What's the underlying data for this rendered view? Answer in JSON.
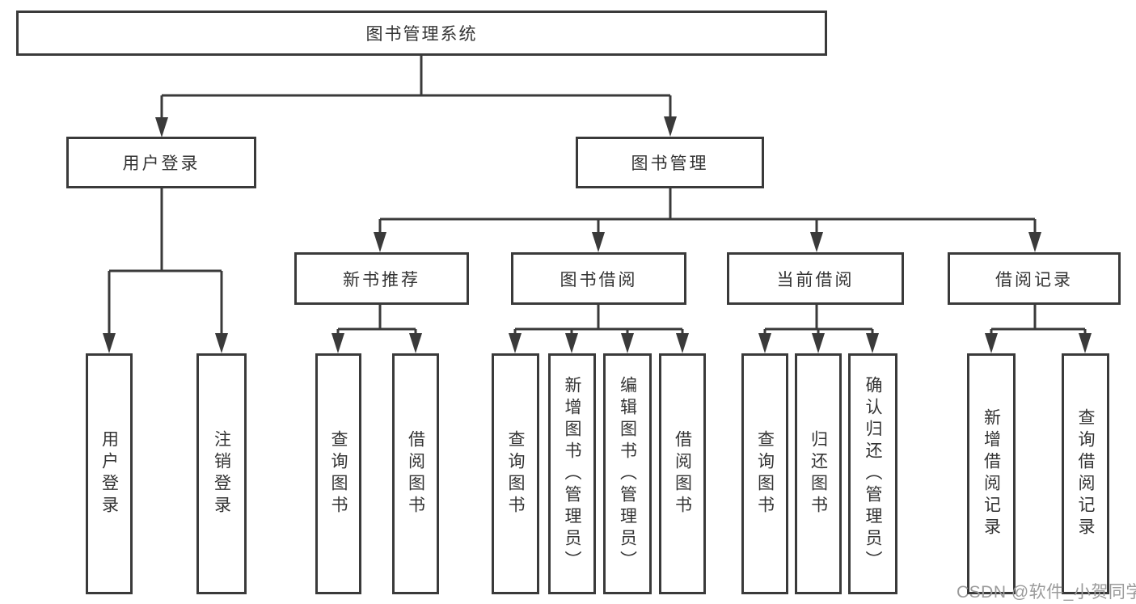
{
  "diagram_title": "图书管理系统",
  "root": {
    "label": "图书管理系统"
  },
  "level1": [
    {
      "label": "用户登录"
    },
    {
      "label": "图书管理"
    }
  ],
  "level2": [
    {
      "label": "新书推荐"
    },
    {
      "label": "图书借阅"
    },
    {
      "label": "当前借阅"
    },
    {
      "label": "借阅记录"
    }
  ],
  "leaves": [
    {
      "label": "用户登录"
    },
    {
      "label": "注销登录"
    },
    {
      "label": "查询图书"
    },
    {
      "label": "借阅图书"
    },
    {
      "label": "查询图书"
    },
    {
      "label": "新增图书（管理员）"
    },
    {
      "label": "编辑图书（管理员）"
    },
    {
      "label": "借阅图书"
    },
    {
      "label": "查询图书"
    },
    {
      "label": "归还图书"
    },
    {
      "label": "确认归还（管理员）"
    },
    {
      "label": "新增借阅记录"
    },
    {
      "label": "查询借阅记录"
    }
  ],
  "hierarchy": {
    "图书管理系统": [
      "用户登录",
      "图书管理"
    ],
    "用户登录": [
      "用户登录",
      "注销登录"
    ],
    "图书管理": [
      "新书推荐",
      "图书借阅",
      "当前借阅",
      "借阅记录"
    ],
    "新书推荐": [
      "查询图书",
      "借阅图书"
    ],
    "图书借阅": [
      "查询图书",
      "新增图书（管理员）",
      "编辑图书（管理员）",
      "借阅图书"
    ],
    "当前借阅": [
      "查询图书",
      "归还图书",
      "确认归还（管理员）"
    ],
    "借阅记录": [
      "新增借阅记录",
      "查询借阅记录"
    ]
  },
  "watermark": "CSDN @软件_小贺同学",
  "colors": {
    "line": "#3a3a3a",
    "border": "#3a3a3a",
    "text": "#333333",
    "watermark": "#9b9b9b",
    "background": "#ffffff"
  }
}
